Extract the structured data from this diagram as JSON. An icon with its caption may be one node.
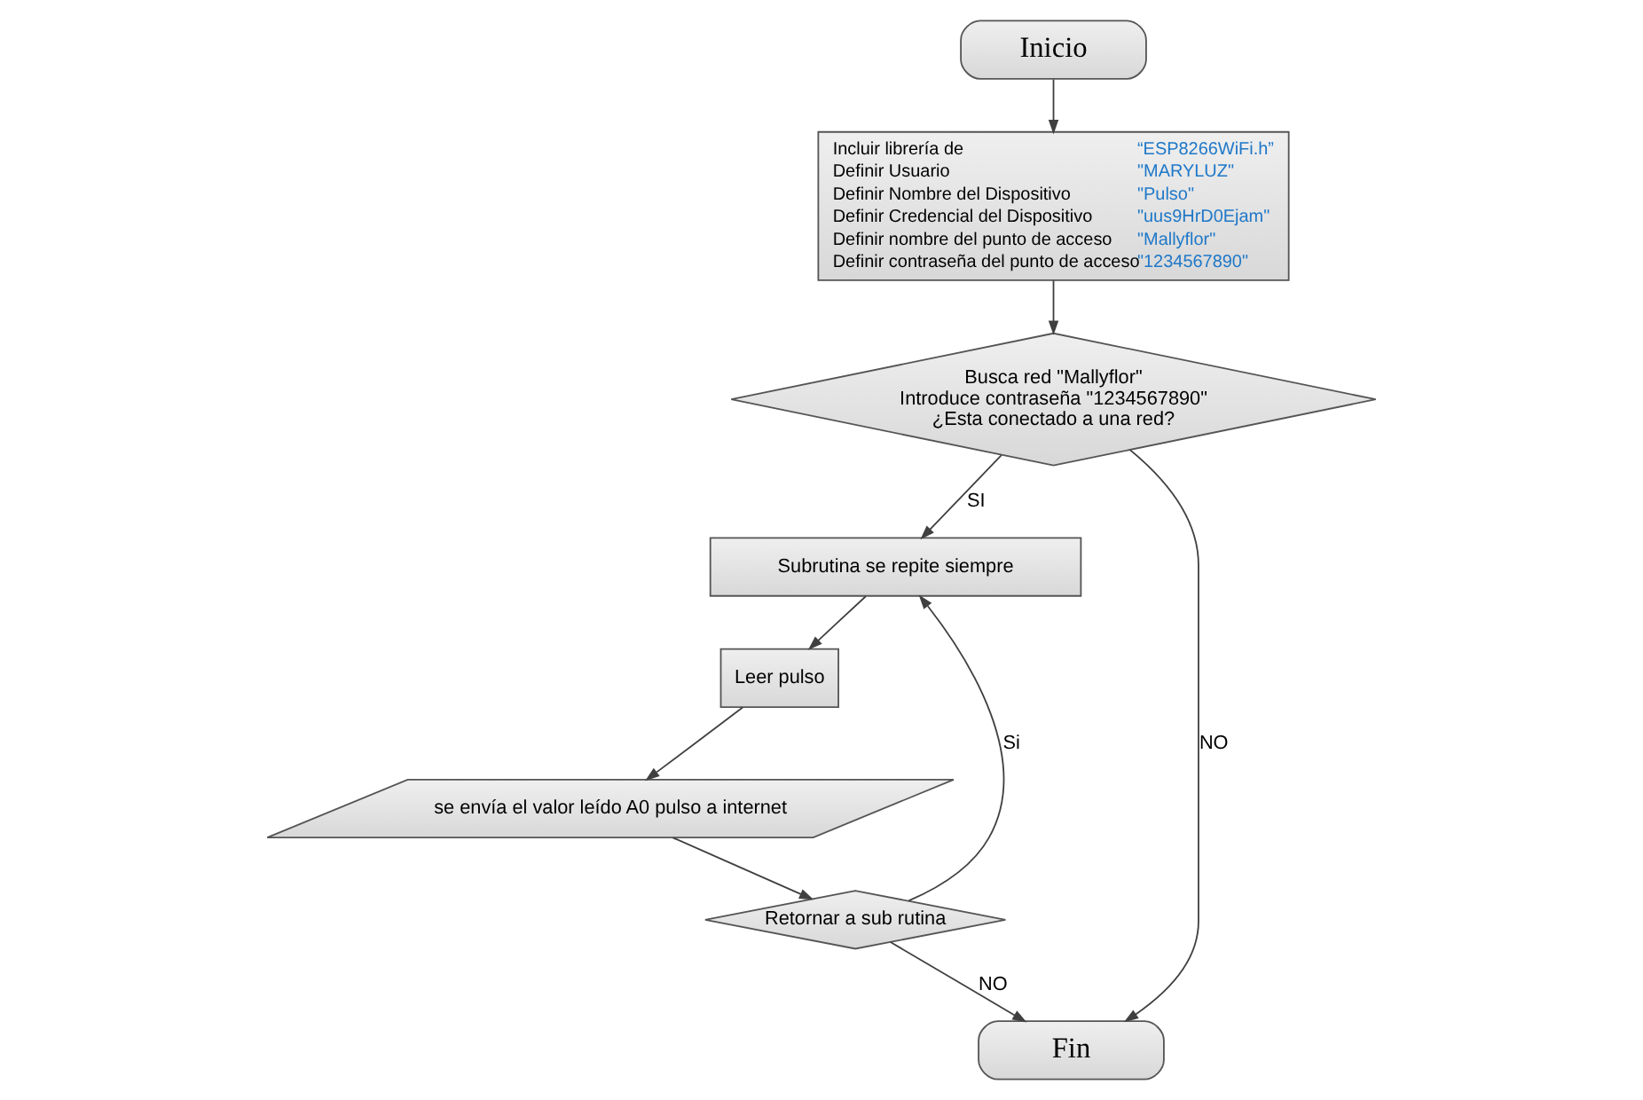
{
  "diagram": {
    "nodes": [
      {
        "text": [
          "Inicio"
        ]
      },
      {
        "text": [
          "Incluir librería de",
          "“ESP8266WiFi.h”",
          "Definir Usuario",
          "\"MARYLUZ\"",
          "Definir Nombre del Dispositivo",
          "\"Pulso\"",
          "Definir Credencial del Dispositivo",
          "\"uus9HrD0Ejam\"",
          "Definir nombre del punto de acceso",
          "\"Mallyflor\"",
          "Definir contraseña del punto de acceso",
          "\"1234567890\""
        ]
      },
      {
        "text": [
          "Busca red \"Mallyflor\"",
          "Introduce contraseña \"1234567890\"",
          "¿Esta conectado a una red?"
        ]
      },
      {
        "text": [
          "Subrutina se repite siempre"
        ]
      },
      {
        "text": [
          "Leer pulso"
        ]
      },
      {
        "text": [
          "se envía el valor leído A0 pulso a internet"
        ]
      },
      {
        "text": [
          "Retornar a sub rutina"
        ]
      },
      {
        "text": [
          "Fin"
        ]
      }
    ],
    "edges": [
      {
        "from": 0,
        "to": 1,
        "arrow": "to"
      },
      {
        "from": 1,
        "to": 2,
        "arrow": "to"
      },
      {
        "from": 2,
        "to": 7,
        "arrow": "to",
        "label": "NO"
      },
      {
        "from": 2,
        "to": 3,
        "arrow": "to",
        "label": "SI"
      },
      {
        "from": 3,
        "to": 4,
        "arrow": "to"
      },
      {
        "from": 4,
        "to": 5,
        "arrow": "to"
      },
      {
        "from": 5,
        "to": 6,
        "arrow": "to"
      },
      {
        "from": 6,
        "to": 3,
        "arrow": "to",
        "label": "Si"
      },
      {
        "from": 6,
        "to": 7,
        "arrow": "to",
        "label": "NO"
      }
    ]
  }
}
